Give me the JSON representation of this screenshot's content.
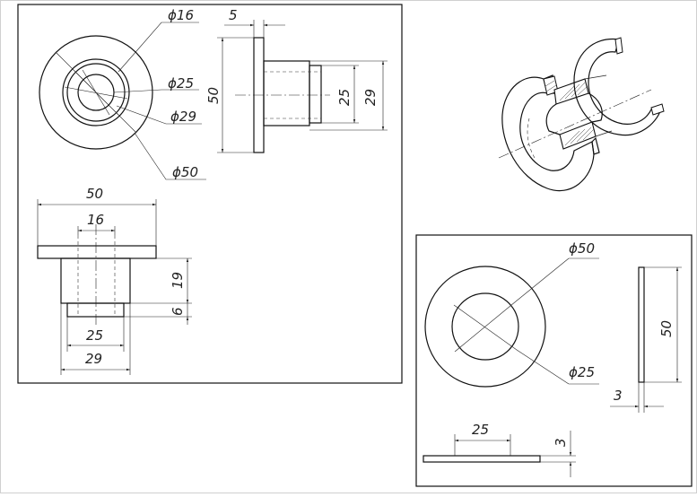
{
  "sheet": {
    "border_color": "#cccccc",
    "line_color": "#222222"
  },
  "drawing1": {
    "front_view": {
      "diameters": {
        "d16": "ϕ16",
        "d25": "ϕ25",
        "d29": "ϕ29",
        "d50": "ϕ50"
      }
    },
    "side_view": {
      "dim_5": "5",
      "dim_50": "50",
      "dim_25": "25",
      "dim_29": "29"
    },
    "top_view": {
      "dim_50": "50",
      "dim_16": "16",
      "dim_19": "19",
      "dim_6": "6",
      "dim_25": "25",
      "dim_29": "29"
    }
  },
  "drawing2": {
    "washer_front": {
      "d50": "ϕ50",
      "d25": "ϕ25"
    },
    "washer_side": {
      "dim_50": "50",
      "dim_3": "3"
    },
    "washer_top": {
      "dim_25": "25",
      "dim_3": "3"
    }
  }
}
